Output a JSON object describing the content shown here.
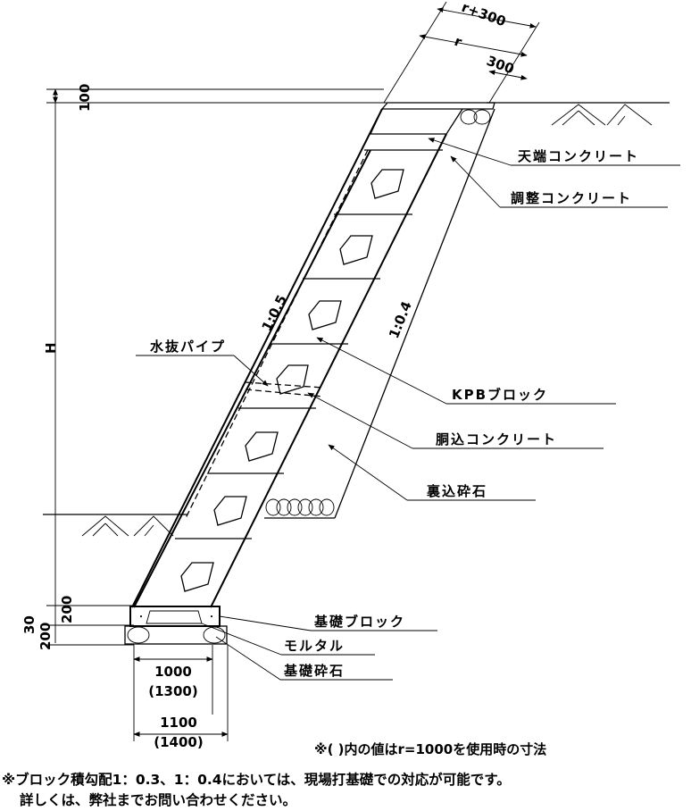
{
  "labels": {
    "tenba": "天端コンクリート",
    "chosei": "調整コンクリート",
    "mizunuki": "水抜パイプ",
    "kpb": "KPBブロック",
    "dogome": "胴込コンクリート",
    "uragome": "裏込砕石",
    "kiso_block": "基礎ブロック",
    "mortar": "モルタル",
    "kiso_saiseki": "基礎砕石"
  },
  "slopes": {
    "front": "1:0.5",
    "back": "1:0.4"
  },
  "dimensions": {
    "r_plus": "r+300",
    "r": "r",
    "d300": "300",
    "d100": "100",
    "H": "H",
    "d200_upper": "200",
    "d30": "30",
    "d200_lower": "200",
    "w1000": "1000",
    "w1300": "(1300)",
    "w1100": "1100",
    "w1400": "(1400)"
  },
  "notes": {
    "paren": "※(  )内の値はr=1000を使用時の寸法",
    "line1": "※ブロック積勾配1：0.3、1：0.4においては、現場打基礎での対応が可能です。",
    "line2": "詳しくは、弊社までお問い合わせください。"
  }
}
